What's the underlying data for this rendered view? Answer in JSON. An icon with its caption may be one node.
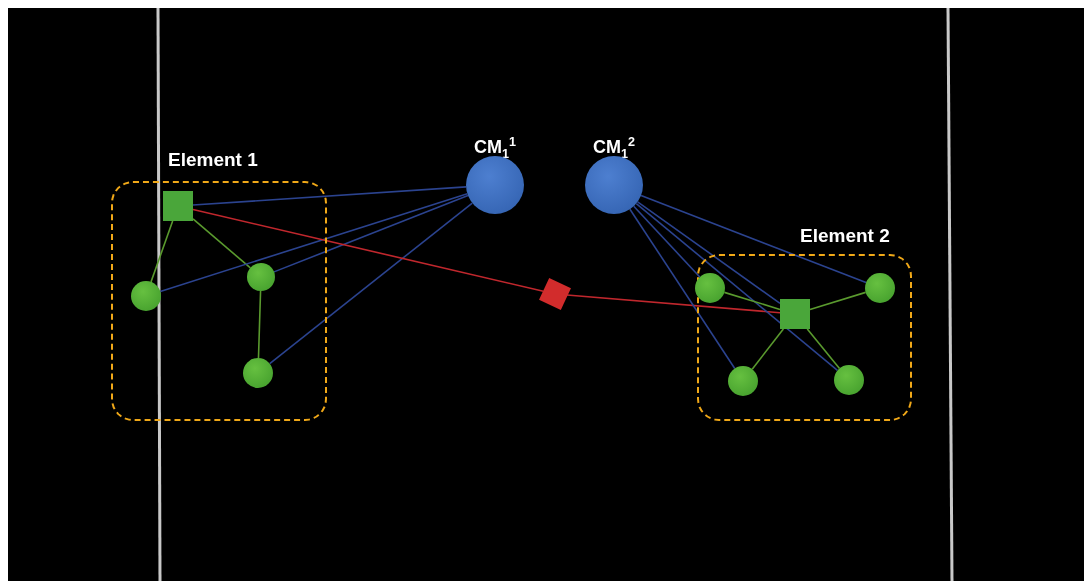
{
  "diagram": {
    "nodes": [
      {
        "text": [
          "Element 1"
        ]
      },
      {
        "text": [],
        "shape": "box",
        "in": 0
      },
      {
        "text": [],
        "shape": "circle",
        "in": 0
      },
      {
        "text": [],
        "shape": "circle",
        "in": 0
      },
      {
        "text": [],
        "shape": "circle",
        "in": 0
      },
      {
        "text": [
          "CM$_{1}$$^{1}$"
        ]
      },
      {
        "text": [
          "CM$_{1}$$^{2}$"
        ]
      },
      {
        "text": [],
        "shape": "diamond"
      },
      {
        "text": [
          "Element 2"
        ]
      },
      {
        "text": [],
        "shape": "circle",
        "in": 8
      },
      {
        "text": [],
        "shape": "box",
        "in": 8
      },
      {
        "text": [],
        "shape": "circle",
        "in": 8
      },
      {
        "text": [],
        "shape": "circle",
        "in": 8
      },
      {
        "text": [],
        "shape": "circle",
        "in": 8
      }
    ],
    "edges": [
      {
        "from": 1,
        "to": 2,
        "arrow": "none",
        "color": "#5a9a2e"
      },
      {
        "from": 1,
        "to": 3,
        "arrow": "none",
        "color": "#5a9a2e"
      },
      {
        "from": 2,
        "to": 4,
        "arrow": "none",
        "color": "#5a9a2e"
      },
      {
        "from": 5,
        "to": 1,
        "arrow": "none"
      },
      {
        "from": 5,
        "to": 2,
        "arrow": "none"
      },
      {
        "from": 5,
        "to": 3,
        "arrow": "none"
      },
      {
        "from": 5,
        "to": 4,
        "arrow": "none"
      },
      {
        "from": 1,
        "to": 7,
        "arrow": "none",
        "color": "#c0272d"
      },
      {
        "from": 7,
        "to": 10,
        "arrow": "none",
        "color": "#c0272d"
      },
      {
        "from": 6,
        "to": 9,
        "arrow": "none"
      },
      {
        "from": 6,
        "to": 10,
        "arrow": "none"
      },
      {
        "from": 6,
        "to": 11,
        "arrow": "none"
      },
      {
        "from": 6,
        "to": 12,
        "arrow": "none"
      },
      {
        "from": 6,
        "to": 13,
        "arrow": "none"
      },
      {
        "from": 10,
        "to": 9,
        "arrow": "none",
        "color": "#5a9a2e"
      },
      {
        "from": 10,
        "to": 11,
        "arrow": "none",
        "color": "#5a9a2e"
      },
      {
        "from": 10,
        "to": 12,
        "arrow": "none",
        "color": "#5a9a2e"
      },
      {
        "from": 10,
        "to": 13,
        "arrow": "none",
        "color": "#5a9a2e"
      }
    ]
  }
}
